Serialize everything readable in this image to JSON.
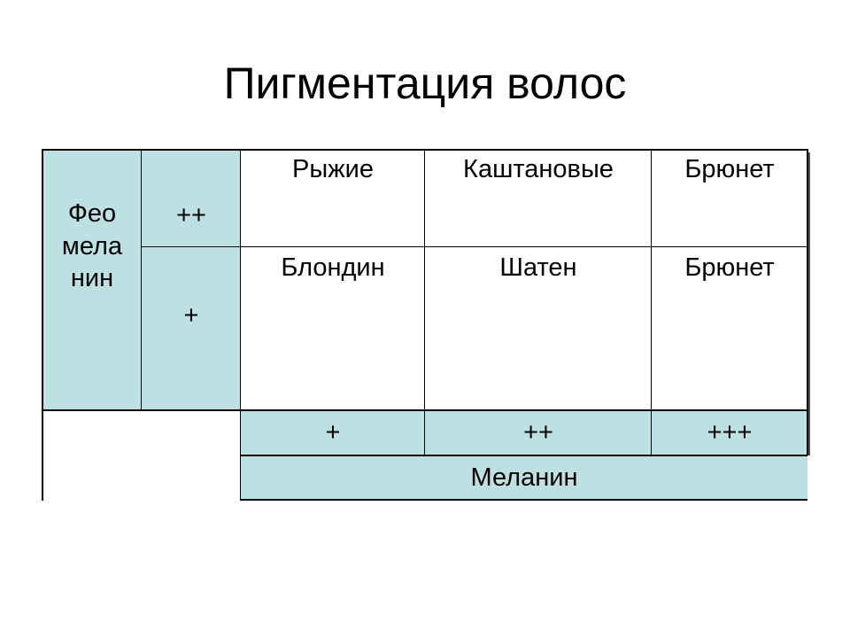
{
  "title": "Пигментация волос",
  "colors": {
    "tint": "#bde0e2",
    "border": "#000000"
  },
  "table": {
    "row_axis": {
      "label": "Фео мела нин",
      "levels": [
        "++",
        "+"
      ]
    },
    "rows": [
      [
        "Рыжие",
        "Каштановые",
        "Брюнет"
      ],
      [
        "Блондин",
        "Шатен",
        "Брюнет"
      ]
    ],
    "column_axis": {
      "levels": [
        "+",
        "++",
        "+++"
      ],
      "label": "Меланин"
    }
  }
}
